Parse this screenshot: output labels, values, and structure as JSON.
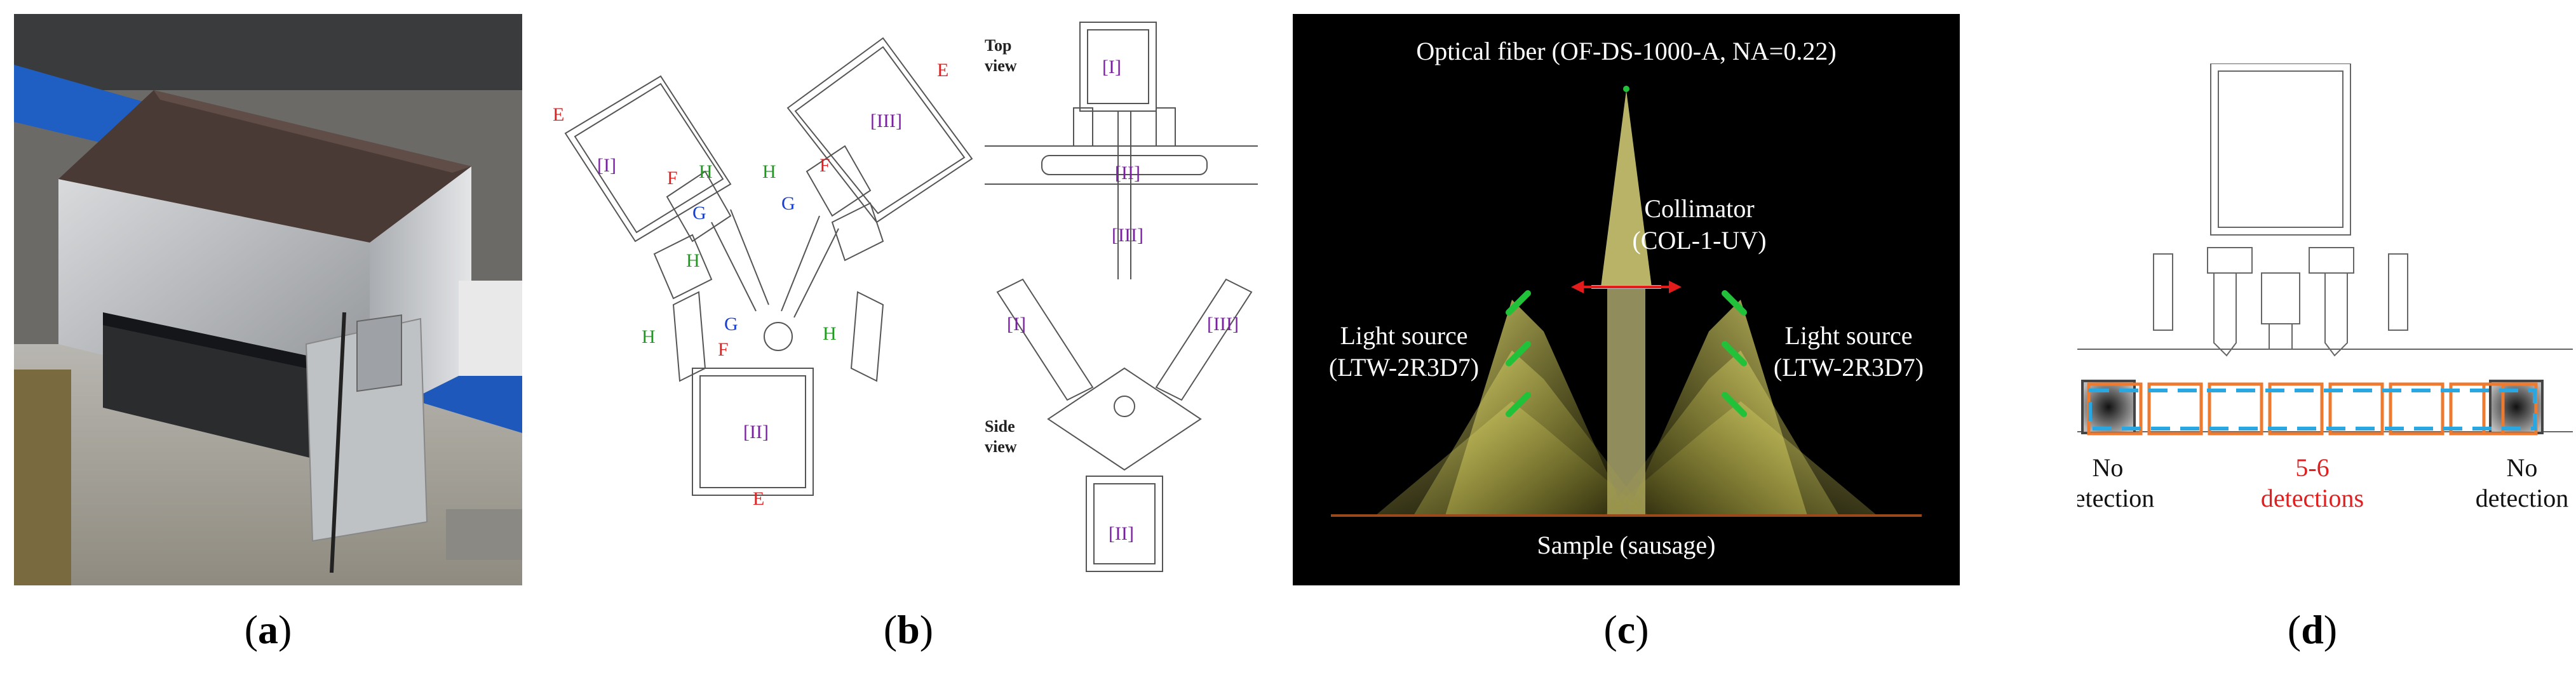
{
  "captions": {
    "a": {
      "open": "(",
      "letter": "a",
      "close": ")"
    },
    "b": {
      "open": "(",
      "letter": "b",
      "close": ")"
    },
    "c": {
      "open": "(",
      "letter": "c",
      "close": ")"
    },
    "d": {
      "open": "(",
      "letter": "d",
      "close": ")"
    }
  },
  "panel_b": {
    "parts": {
      "p1": "[I]",
      "p2": "[II]",
      "p3": "[III]"
    },
    "letters": {
      "E": "E",
      "F": "F",
      "G": "G",
      "H": "H"
    },
    "views": {
      "top_l1": "Top",
      "top_l2": "view",
      "side_l1": "Side",
      "side_l2": "view"
    },
    "colors": {
      "E": "#e02020",
      "F": "#e02020",
      "G": "#1a3fd0",
      "H": "#1e9a1e",
      "parts": "#7a1fa2"
    }
  },
  "panel_c": {
    "fiber": "Optical fiber (OF-DS-1000-A, NA=0.22)",
    "collimator_l1": "Collimator",
    "collimator_l2": "(COL-1-UV)",
    "light_left_l1": "Light source",
    "light_left_l2": "(LTW-2R3D7)",
    "light_right_l1": "Light source",
    "light_right_l2": "(LTW-2R3D7)",
    "sample": "Sample (sausage)",
    "colors": {
      "background": "#000000",
      "beam": "#e8e070",
      "led": "#22c13a",
      "arrow": "#e31b1b"
    }
  },
  "panel_d": {
    "no_det_left_l1": "No",
    "no_det_left_l2": "detection",
    "det_l1": "5-6",
    "det_l2": "detections",
    "no_det_right_l1": "No",
    "no_det_right_l2": "detection",
    "colors": {
      "orange": "#ee7a30",
      "blue": "#2aa7e0",
      "red": "#e02020"
    }
  }
}
